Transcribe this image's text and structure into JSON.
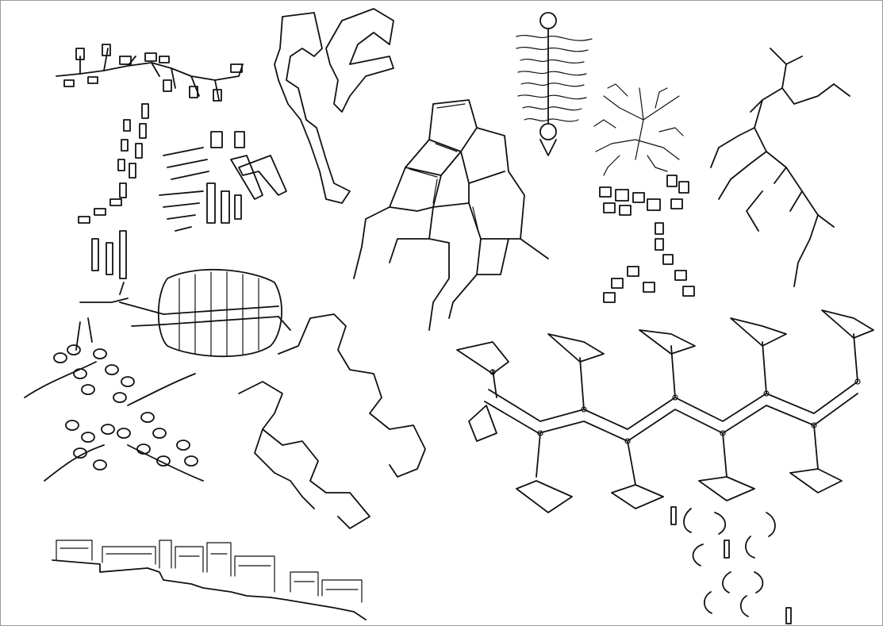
{
  "sheet": {
    "background": "#ffffff",
    "ink_color": "#111111",
    "figures": [
      {
        "id": "branching-cluster-plan",
        "kind": "linear-branching-buildings"
      },
      {
        "id": "serpentine-tower-plan",
        "kind": "zigzag-linked-blocks"
      },
      {
        "id": "organic-cell-plan",
        "kind": "tree-trunk-with-bulbs"
      },
      {
        "id": "dendritic-network-plan",
        "kind": "branching-fractal"
      },
      {
        "id": "star-node-network",
        "kind": "y-branching-nodes"
      },
      {
        "id": "curved-row-settlement",
        "kind": "arc-of-rectangles"
      },
      {
        "id": "courtyard-grid-cluster",
        "kind": "comb-blocks"
      },
      {
        "id": "irregular-street-network",
        "kind": "organic-block-mesh"
      },
      {
        "id": "mixed-block-cluster",
        "kind": "scattered-rectangles"
      },
      {
        "id": "oval-ring-plan",
        "kind": "enclosed-linear-plan"
      },
      {
        "id": "zigzag-slab-plan",
        "kind": "stepped-chain"
      },
      {
        "id": "clustered-pebble-plan",
        "kind": "organic-cluster"
      },
      {
        "id": "hexagonal-node-megastructure",
        "kind": "y-node-lattice"
      },
      {
        "id": "crescent-pods-plan",
        "kind": "curved-pods"
      },
      {
        "id": "hillside-terrace-section",
        "kind": "stepped-section"
      }
    ]
  }
}
